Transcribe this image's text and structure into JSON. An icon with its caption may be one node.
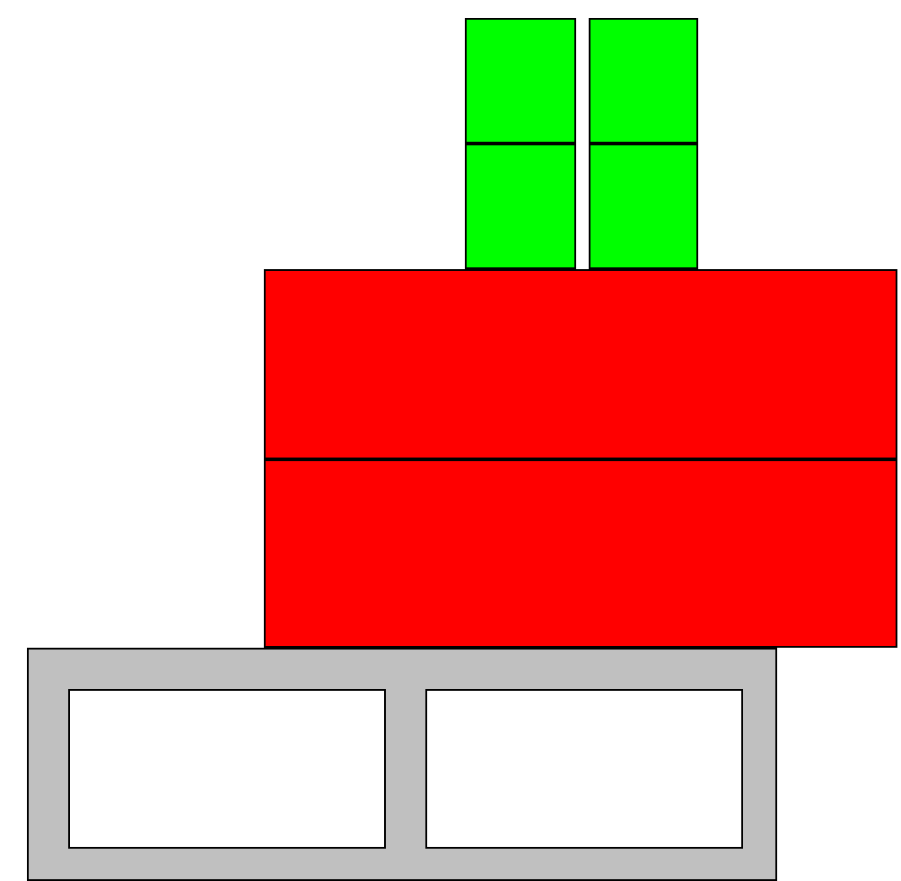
{
  "diagram": {
    "nodes": [
      {
        "text": [],
        "shape": "box"
      },
      {
        "text": [],
        "shape": "box"
      },
      {
        "text": [],
        "shape": "box"
      },
      {
        "text": [],
        "shape": "box"
      },
      {
        "text": [],
        "shape": "box"
      },
      {
        "text": [],
        "shape": "box"
      },
      {
        "text": [],
        "shape": "box"
      },
      {
        "text": [],
        "shape": "box",
        "in": 6
      },
      {
        "text": [],
        "shape": "box",
        "in": 6
      }
    ]
  }
}
